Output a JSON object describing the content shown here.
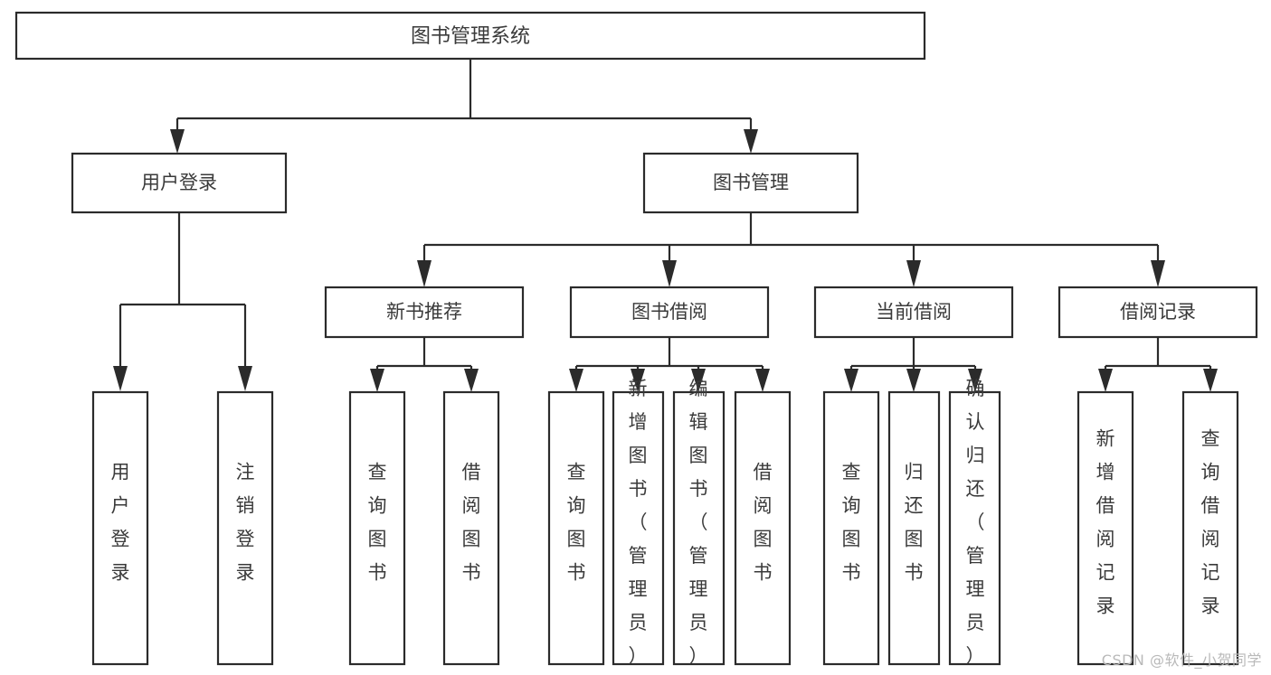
{
  "diagram": {
    "type": "tree-hierarchy-chart",
    "title": "图书管理系统",
    "orientation": "top-down",
    "colors": {
      "box_fill": "#ffffff",
      "box_stroke": "#2b2b2b",
      "text": "#3a3a3a",
      "background": "#ffffff",
      "watermark": "#b9b9b9"
    },
    "root": {
      "label": "图书管理系统"
    },
    "level2": [
      {
        "label": "用户登录"
      },
      {
        "label": "图书管理"
      }
    ],
    "level3": [
      {
        "label": "新书推荐"
      },
      {
        "label": "图书借阅"
      },
      {
        "label": "当前借阅"
      },
      {
        "label": "借阅记录"
      }
    ],
    "leaves": {
      "user_login": [
        {
          "label": "用户登录"
        },
        {
          "label": "注销登录"
        }
      ],
      "new_book_recommend": [
        {
          "label": "查询图书"
        },
        {
          "label": "借阅图书"
        }
      ],
      "book_borrow": [
        {
          "label": "查询图书"
        },
        {
          "label": "新增图书（管理员）"
        },
        {
          "label": "编辑图书（管理员）"
        },
        {
          "label": "借阅图书"
        }
      ],
      "current_borrow": [
        {
          "label": "查询图书"
        },
        {
          "label": "归还图书"
        },
        {
          "label": "确认归还（管理员）"
        }
      ],
      "borrow_record": [
        {
          "label": "新增借阅记录"
        },
        {
          "label": "查询借阅记录"
        }
      ]
    }
  },
  "watermark": {
    "text": "CSDN @软件_小贺同学"
  }
}
